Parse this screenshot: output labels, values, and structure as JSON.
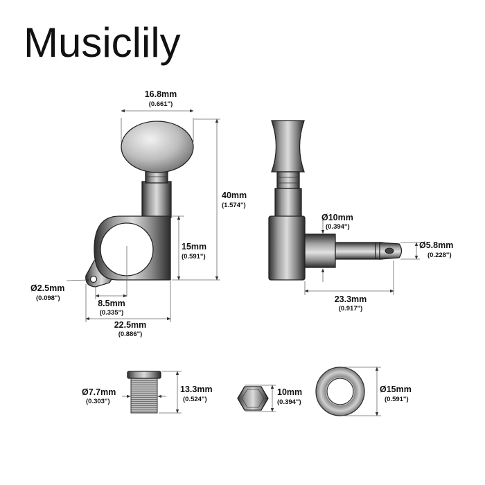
{
  "brand": "Musiclily",
  "dimensions": {
    "knob_width": {
      "mm": "16.8mm",
      "inch": "(0.661\")"
    },
    "total_height": {
      "mm": "40mm",
      "inch": "(1.574\")"
    },
    "housing_height": {
      "mm": "15mm",
      "inch": "(0.591\")"
    },
    "screw_hole": {
      "mm": "Ø2.5mm",
      "inch": "(0.098\")"
    },
    "hole_offset": {
      "mm": "8.5mm",
      "inch": "(0.335\")"
    },
    "base_width": {
      "mm": "22.5mm",
      "inch": "(0.886\")"
    },
    "bushing_housing_dia": {
      "mm": "Ø10mm",
      "inch": "(0.394\")"
    },
    "post_dia": {
      "mm": "Ø5.8mm",
      "inch": "(0.228\")"
    },
    "post_length": {
      "mm": "23.3mm",
      "inch": "(0.917\")"
    },
    "bushing_dia": {
      "mm": "Ø7.7mm",
      "inch": "(0.303\")"
    },
    "bushing_length": {
      "mm": "13.3mm",
      "inch": "(0.524\")"
    },
    "nut_size": {
      "mm": "10mm",
      "inch": "(0.394\")"
    },
    "washer_dia": {
      "mm": "Ø15mm",
      "inch": "(0.591\")"
    }
  }
}
